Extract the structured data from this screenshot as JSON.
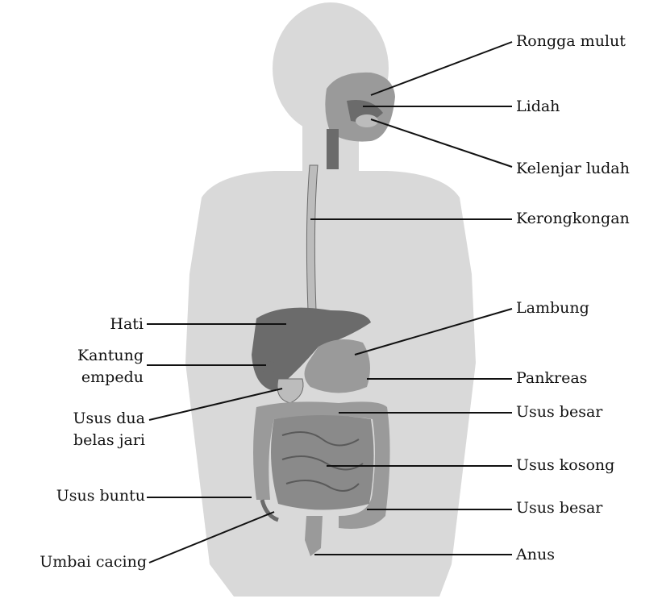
{
  "colors": {
    "silhouette": "#d9d9d9",
    "organ_dark": "#6b6b6b",
    "organ_mid": "#9a9a9a",
    "organ_light": "#bcbcbc",
    "line": "#111111"
  },
  "labels_right": {
    "rongga_mulut": "Rongga mulut",
    "lidah": "Lidah",
    "kelenjar_ludah": "Kelenjar ludah",
    "kerongkongan": "Kerongkongan",
    "lambung": "Lambung",
    "pankreas": "Pankreas",
    "usus_besar_upper": "Usus besar",
    "usus_kosong": "Usus kosong",
    "usus_besar_lower": "Usus besar",
    "anus": "Anus"
  },
  "labels_left": {
    "hati": "Hati",
    "kantung_line1": "Kantung",
    "kantung_line2": "empedu",
    "usus_dua_line1": "Usus dua",
    "usus_dua_line2": "belas jari",
    "usus_buntu": "Usus buntu",
    "umbai_cacing": "Umbai cacing"
  }
}
